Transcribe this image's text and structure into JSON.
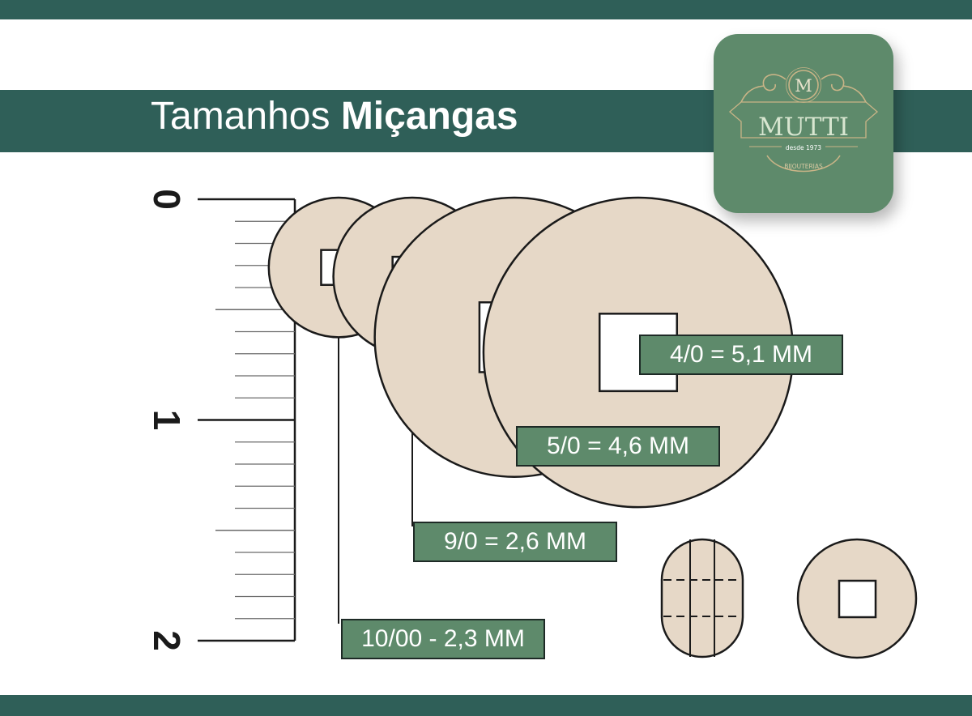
{
  "title": {
    "light": "Tamanhos",
    "bold": "Miçangas"
  },
  "logo": {
    "initial": "M",
    "brand": "MUTTI",
    "since": "desde 1973",
    "tagline": "BIJOUTERIAS",
    "icon": "mutti-logo-icon"
  },
  "ruler": {
    "labels": [
      "0",
      "1",
      "2"
    ],
    "unit_count": 2,
    "subdivisions": 10
  },
  "beads": [
    {
      "id": "10/00",
      "label": "10/00 - 2,3 MM",
      "diameter_mm": 2.3
    },
    {
      "id": "9/0",
      "label": "9/0 = 2,6 MM",
      "diameter_mm": 2.6
    },
    {
      "id": "5/0",
      "label": "5/0 = 4,6 MM",
      "diameter_mm": 4.6
    },
    {
      "id": "4/0",
      "label": "4/0 = 5,1 MM",
      "diameter_mm": 5.1
    }
  ],
  "colors": {
    "dark_green": "#2f5f58",
    "label_green": "#5e8a6b",
    "bead_fill": "#e6d8c7",
    "line": "#1a1a1a",
    "logo_gold": "#c9b487",
    "logo_text": "#d8e6d0"
  }
}
